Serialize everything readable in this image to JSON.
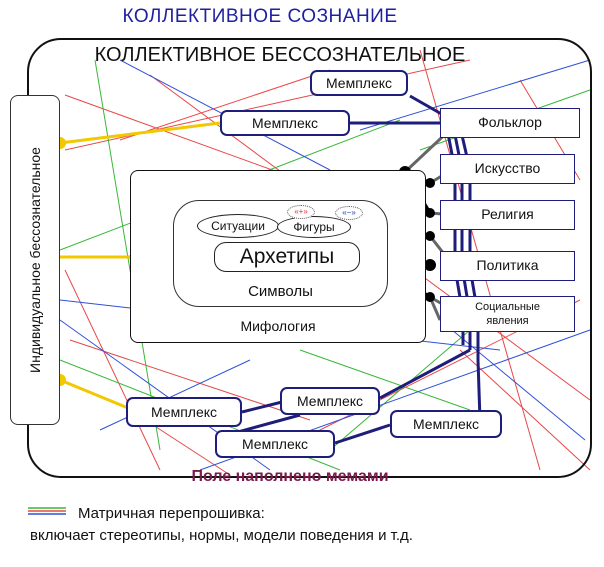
{
  "collective_consciousness": "КОЛЛЕКТИВНОЕ СОЗНАНИЕ",
  "collective_unconscious": "КОЛЛЕКТИВНОЕ БЕССОЗНАТЕЛЬНОЕ",
  "individual_unconscious": "Индивидуальное бессознательное",
  "mythology": "Мифология",
  "symbols": "Символы",
  "situations": "Ситуации",
  "figures": "Фигуры",
  "archetypes": "Архетипы",
  "tiny_plus": "«+»",
  "tiny_minus": "«−»",
  "memeplex_label": "Мемплекс",
  "categories": {
    "folklore": "Фольклор",
    "art": "Искусство",
    "religion": "Религия",
    "politics": "Политика",
    "social_1": "Социальные",
    "social_2": "явления"
  },
  "field_label": "Поле наполнено мемами",
  "legend": {
    "line1": "Матричная перепрошивка:",
    "line2": "включает стереотипы, нормы, модели поведения и т.д."
  },
  "colors": {
    "title_blue": "#1f1f9f",
    "meme_navy": "#1e1e7a",
    "connector_yellow": "#f2c800",
    "field_maroon": "#7a1a4a",
    "matrix_red": "#e84848",
    "matrix_green": "#38b838",
    "matrix_blue": "#3050d8"
  }
}
